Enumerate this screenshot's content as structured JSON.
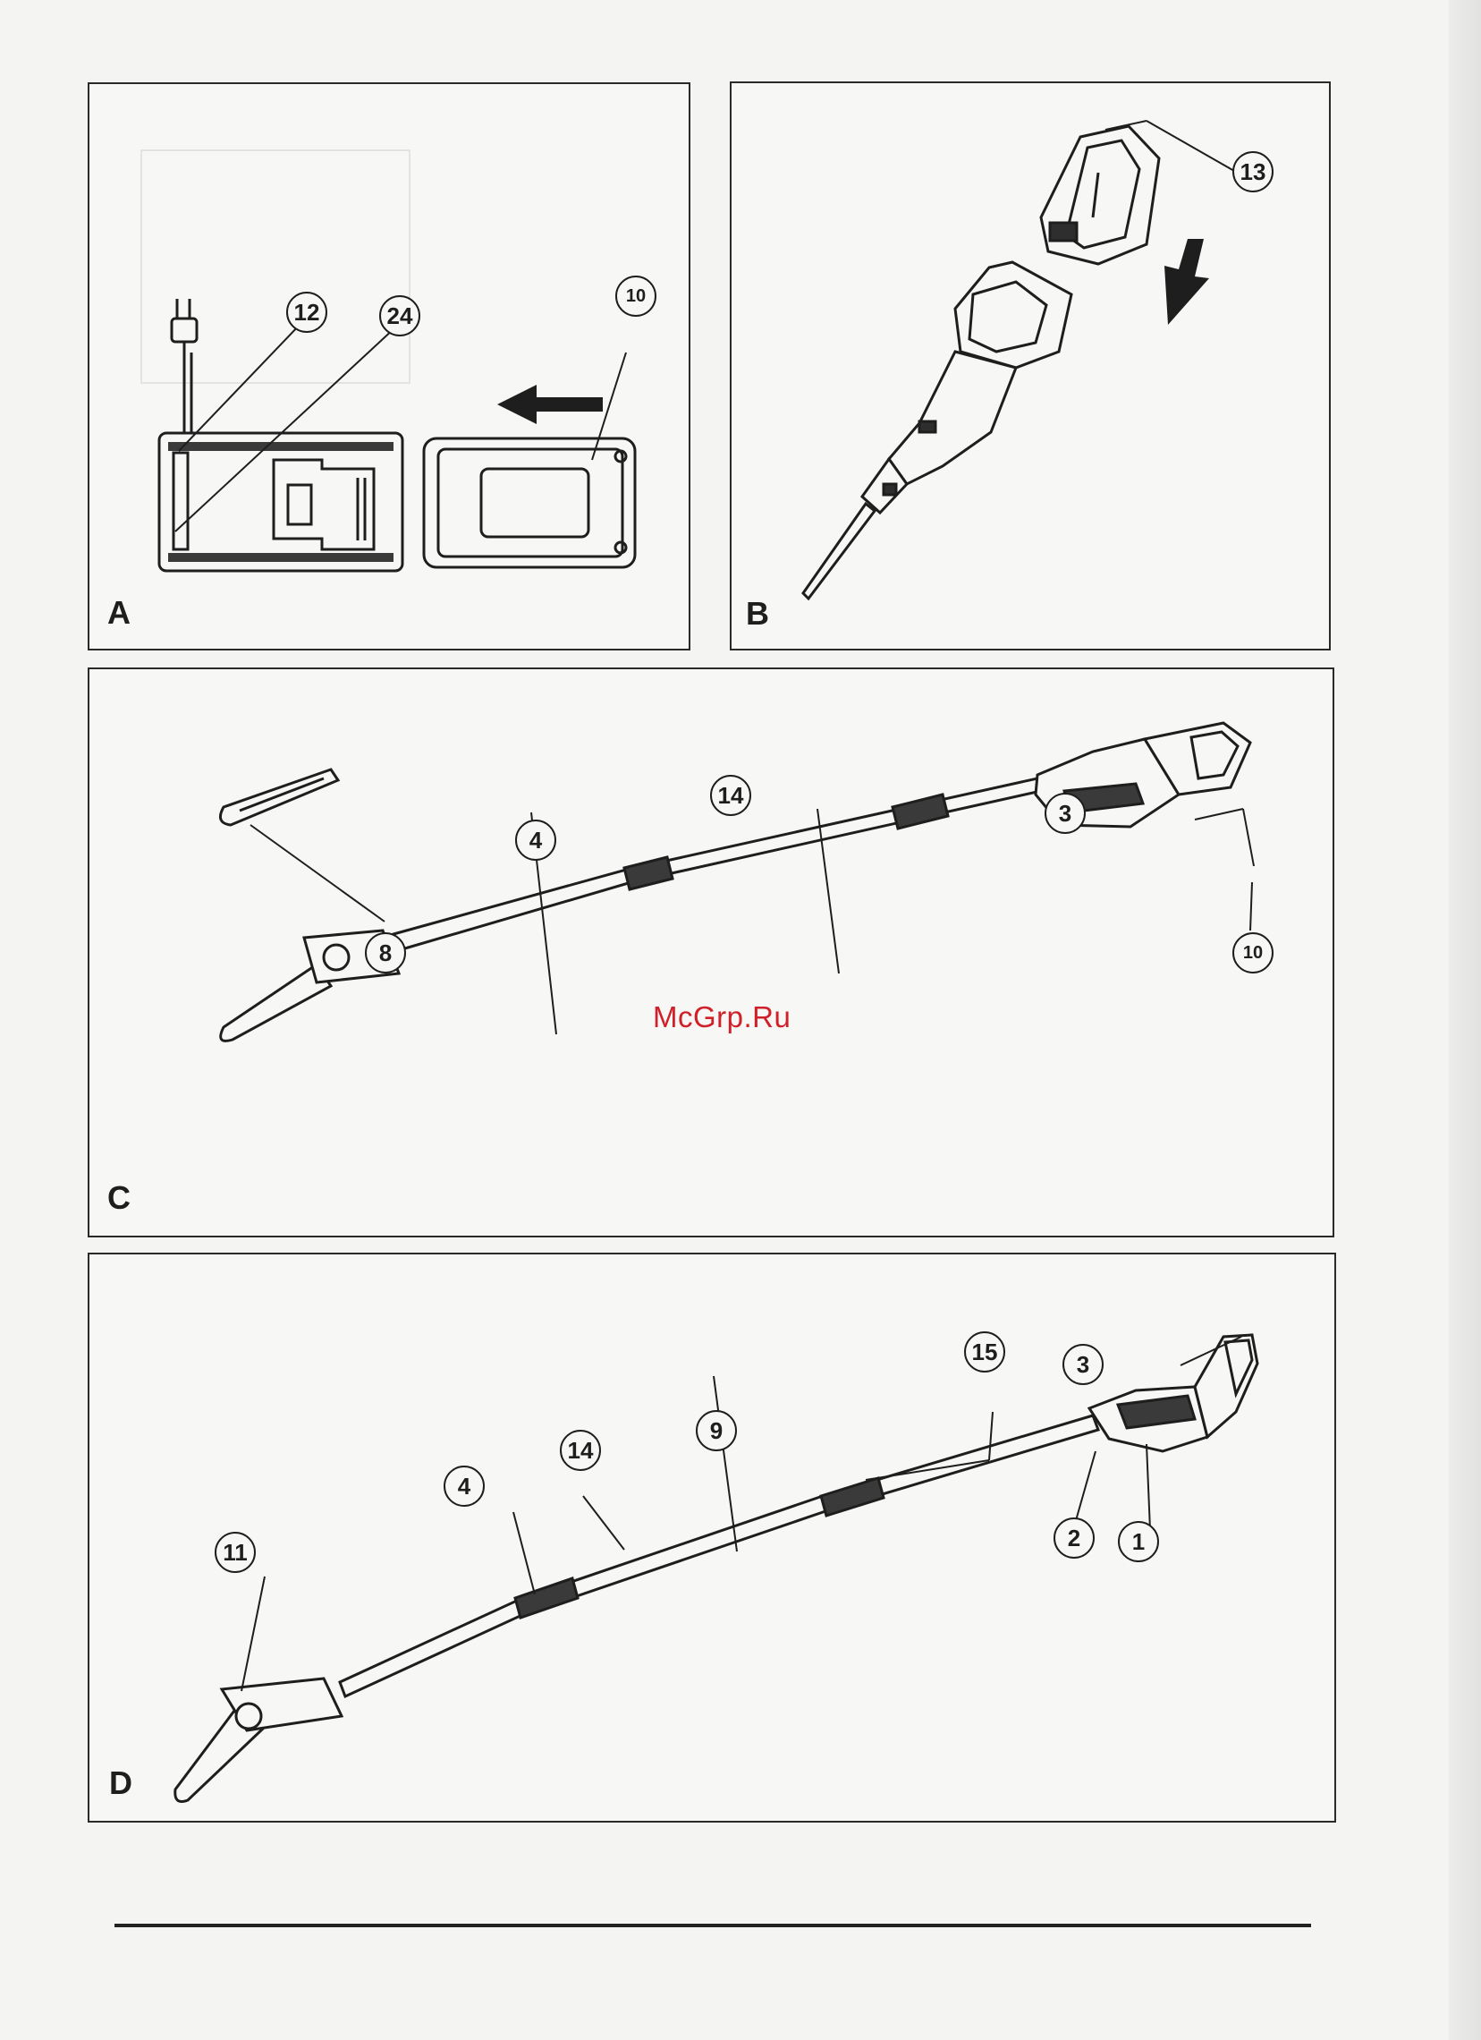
{
  "watermark": {
    "text": "McGrp.Ru",
    "color": "#d0202a"
  },
  "panels": {
    "a": {
      "letter": "A",
      "callouts": {
        "c12": "12",
        "c24": "24",
        "c10": "10"
      },
      "icons": [
        "charger-icon",
        "battery-pack-icon",
        "plug-icon",
        "arrow-left-icon"
      ]
    },
    "b": {
      "letter": "B",
      "callouts": {
        "c13": "13"
      },
      "icons": [
        "battery-pack-icon",
        "tool-handle-icon",
        "arrow-down-icon"
      ]
    },
    "c": {
      "letter": "C",
      "callouts": {
        "c14": "14",
        "c4": "4",
        "c3": "3",
        "c8": "8",
        "c10": "10"
      },
      "icons": [
        "pole-saw-icon",
        "blade-cover-icon"
      ]
    },
    "d": {
      "letter": "D",
      "callouts": {
        "c15": "15",
        "c3": "3",
        "c14": "14",
        "c9": "9",
        "c4": "4",
        "c11": "11",
        "c2": "2",
        "c1": "1"
      },
      "icons": [
        "pole-saw-icon"
      ]
    }
  },
  "colors": {
    "line": "#1e1e1e",
    "paper": "#f4f4f2"
  }
}
